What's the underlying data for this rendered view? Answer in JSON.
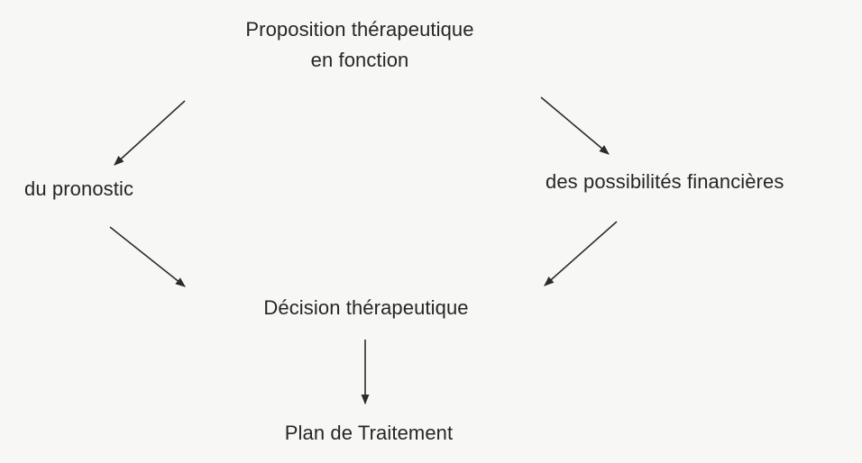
{
  "diagram": {
    "top_node": {
      "line1": "Proposition thérapeutique",
      "line2": "en fonction"
    },
    "left_node": {
      "label": "du pronostic"
    },
    "right_node": {
      "label": "des possibilités financières"
    },
    "decision_node": {
      "label": "Décision thérapeutique"
    },
    "plan_node": {
      "label": "Plan de Traitement"
    },
    "colors": {
      "text": "#262626",
      "arrow": "#2b2b2b",
      "background": "#f7f7f5"
    }
  }
}
